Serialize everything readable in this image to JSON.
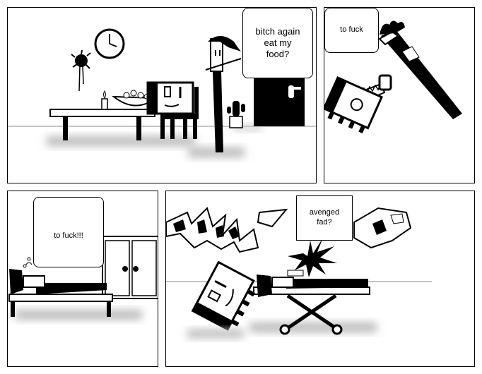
{
  "strip": {
    "panels": [
      {
        "id": "panel-1",
        "speech": "bitch again\neat  my\nfood?"
      },
      {
        "id": "panel-2",
        "speech": "to fuck"
      },
      {
        "id": "panel-3",
        "speech": "to fuck!!!"
      },
      {
        "id": "panel-4",
        "speech": "avenged\nfad?"
      }
    ]
  }
}
